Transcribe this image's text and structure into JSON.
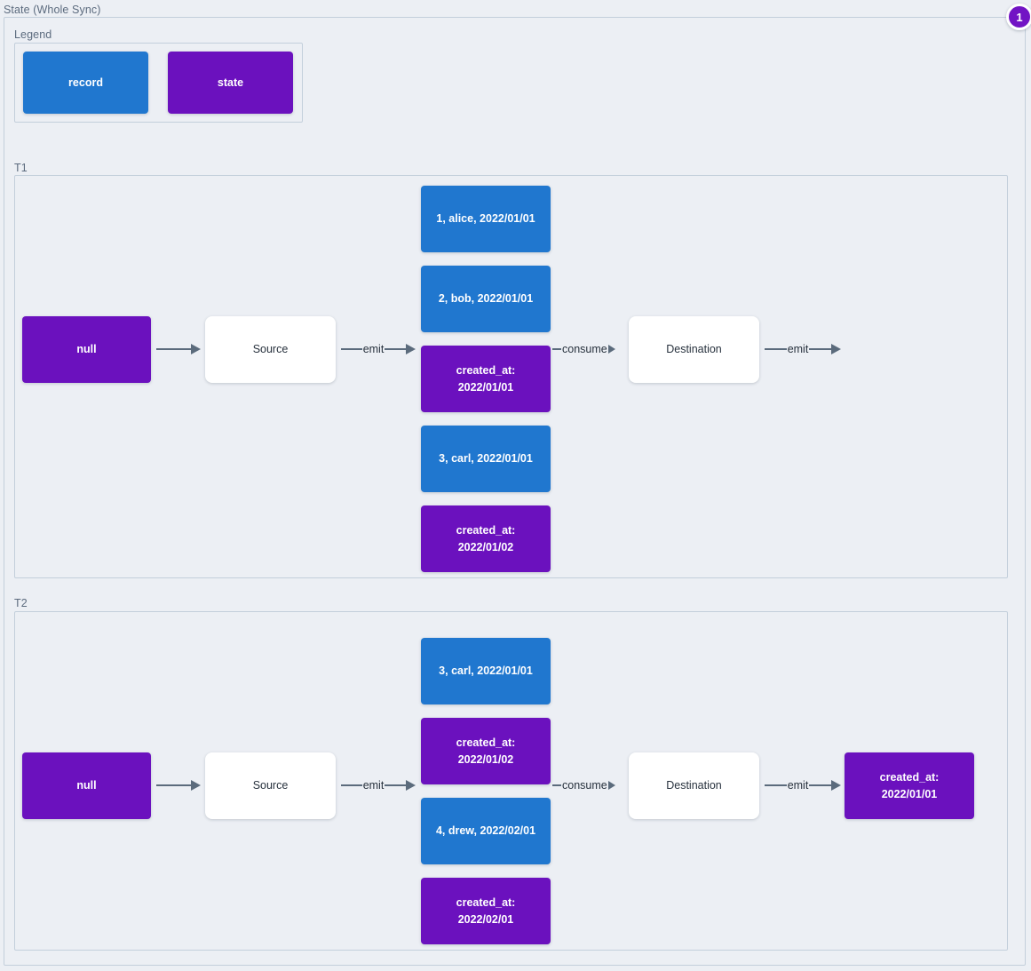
{
  "diagram": {
    "title": "State (Whole Sync)",
    "badge": "1",
    "colors": {
      "record": "#2077cf",
      "state": "#6b11be",
      "plain": "#ffffff",
      "canvas": "#eceff4",
      "frame_border": "#c3cfdb",
      "edge": "#5b6b7c",
      "label_text": "#5c6b7e",
      "badge": "#7214c4"
    }
  },
  "legend": {
    "label": "Legend",
    "items": [
      {
        "label": "record",
        "kind": "record"
      },
      {
        "label": "state",
        "kind": "state"
      }
    ]
  },
  "sections": [
    {
      "label": "T1",
      "nodes": {
        "initial_state": "null",
        "source": "Source",
        "destination": "Destination",
        "final_state": ""
      },
      "edges": {
        "state_to_source": "",
        "source_emit": "emit",
        "destination_consume": "consume",
        "destination_emit": "emit"
      },
      "stream": [
        {
          "kind": "record",
          "label": "1, alice, 2022/01/01"
        },
        {
          "kind": "record",
          "label": "2, bob, 2022/01/01"
        },
        {
          "kind": "state",
          "label": "created_at:\n2022/01/01"
        },
        {
          "kind": "record",
          "label": "3, carl, 2022/01/01"
        },
        {
          "kind": "state",
          "label": "created_at:\n2022/01/02"
        }
      ]
    },
    {
      "label": "T2",
      "nodes": {
        "initial_state": "null",
        "source": "Source",
        "destination": "Destination",
        "final_state": "created_at:\n2022/01/01"
      },
      "edges": {
        "state_to_source": "",
        "source_emit": "emit",
        "destination_consume": "consume",
        "destination_emit": "emit"
      },
      "stream": [
        {
          "kind": "record",
          "label": "3, carl, 2022/01/01"
        },
        {
          "kind": "state",
          "label": "created_at:\n2022/01/02"
        },
        {
          "kind": "record",
          "label": "4, drew, 2022/02/01"
        },
        {
          "kind": "state",
          "label": "created_at:\n2022/02/01"
        }
      ]
    }
  ]
}
